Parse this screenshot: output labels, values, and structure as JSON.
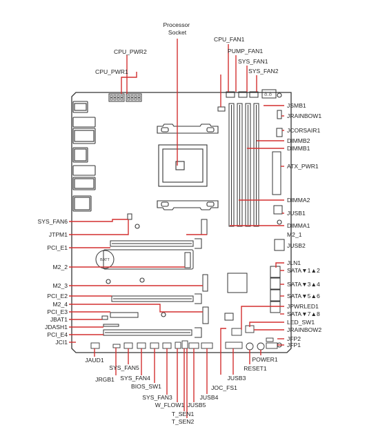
{
  "diagram": {
    "colors": {
      "board": "#333333",
      "leader": "#d32f2f",
      "text": "#222222",
      "bg": "#ffffff"
    },
    "labels": {
      "processor_socket": "Processor\nSocket",
      "cpu_fan1": "CPU_FAN1",
      "cpu_pwr2": "CPU_PWR2",
      "pump_fan1": "PUMP_FAN1",
      "sys_fan1": "SYS_FAN1",
      "cpu_pwr1": "CPU_PWR1",
      "sys_fan2": "SYS_FAN2",
      "jsmb1": "JSMB1",
      "jrainbow1": "JRAINBOW1",
      "jcorsair1": "JCORSAIR1",
      "dimmb2": "DIMMB2",
      "dimmb1": "DIMMB1",
      "atx_pwr1": "ATX_PWR1",
      "dimma2": "DIMMA2",
      "jusb1": "JUSB1",
      "sys_fan6": "SYS_FAN6",
      "dimma1": "DIMMA1",
      "jtpm1": "JTPM1",
      "m2_1": "M2_1",
      "pci_e1": "PCI_E1",
      "jusb2": "JUSB2",
      "jln1": "JLN1",
      "m2_2": "M2_2",
      "sata12": "SATA▼1▲2",
      "m2_3": "M2_3",
      "sata34": "SATA▼3▲4",
      "pci_e2": "PCI_E2",
      "sata56": "SATA▼5▲6",
      "m2_4": "M2_4",
      "jpwrled1": "JPWRLED1",
      "pci_e3": "PCI_E3",
      "sata78": "SATA▼7▲8",
      "jbat1": "JBAT1",
      "led_sw1": "LED_SW1",
      "jdash1": "JDASH1",
      "jrainbow2": "JRAINBOW2",
      "pci_e4": "PCI_E4",
      "jfp2": "JFP2",
      "jci1": "JCI1",
      "jfp1": "JFP1",
      "jaud1": "JAUD1",
      "power1": "POWER1",
      "sys_fan5": "SYS_FAN5",
      "reset1": "RESET1",
      "jrgb1": "JRGB1",
      "sys_fan4": "SYS_FAN4",
      "jusb3": "JUSB3",
      "bios_sw1": "BIOS_SW1",
      "joc_fs1": "JOC_FS1",
      "sys_fan3": "SYS_FAN3",
      "jusb4": "JUSB4",
      "w_flow1": "W_FLOW1",
      "jusb5": "JUSB5",
      "t_sen1": "T_SEN1",
      "t_sen2": "T_SEN2",
      "battery": "BATT"
    }
  }
}
